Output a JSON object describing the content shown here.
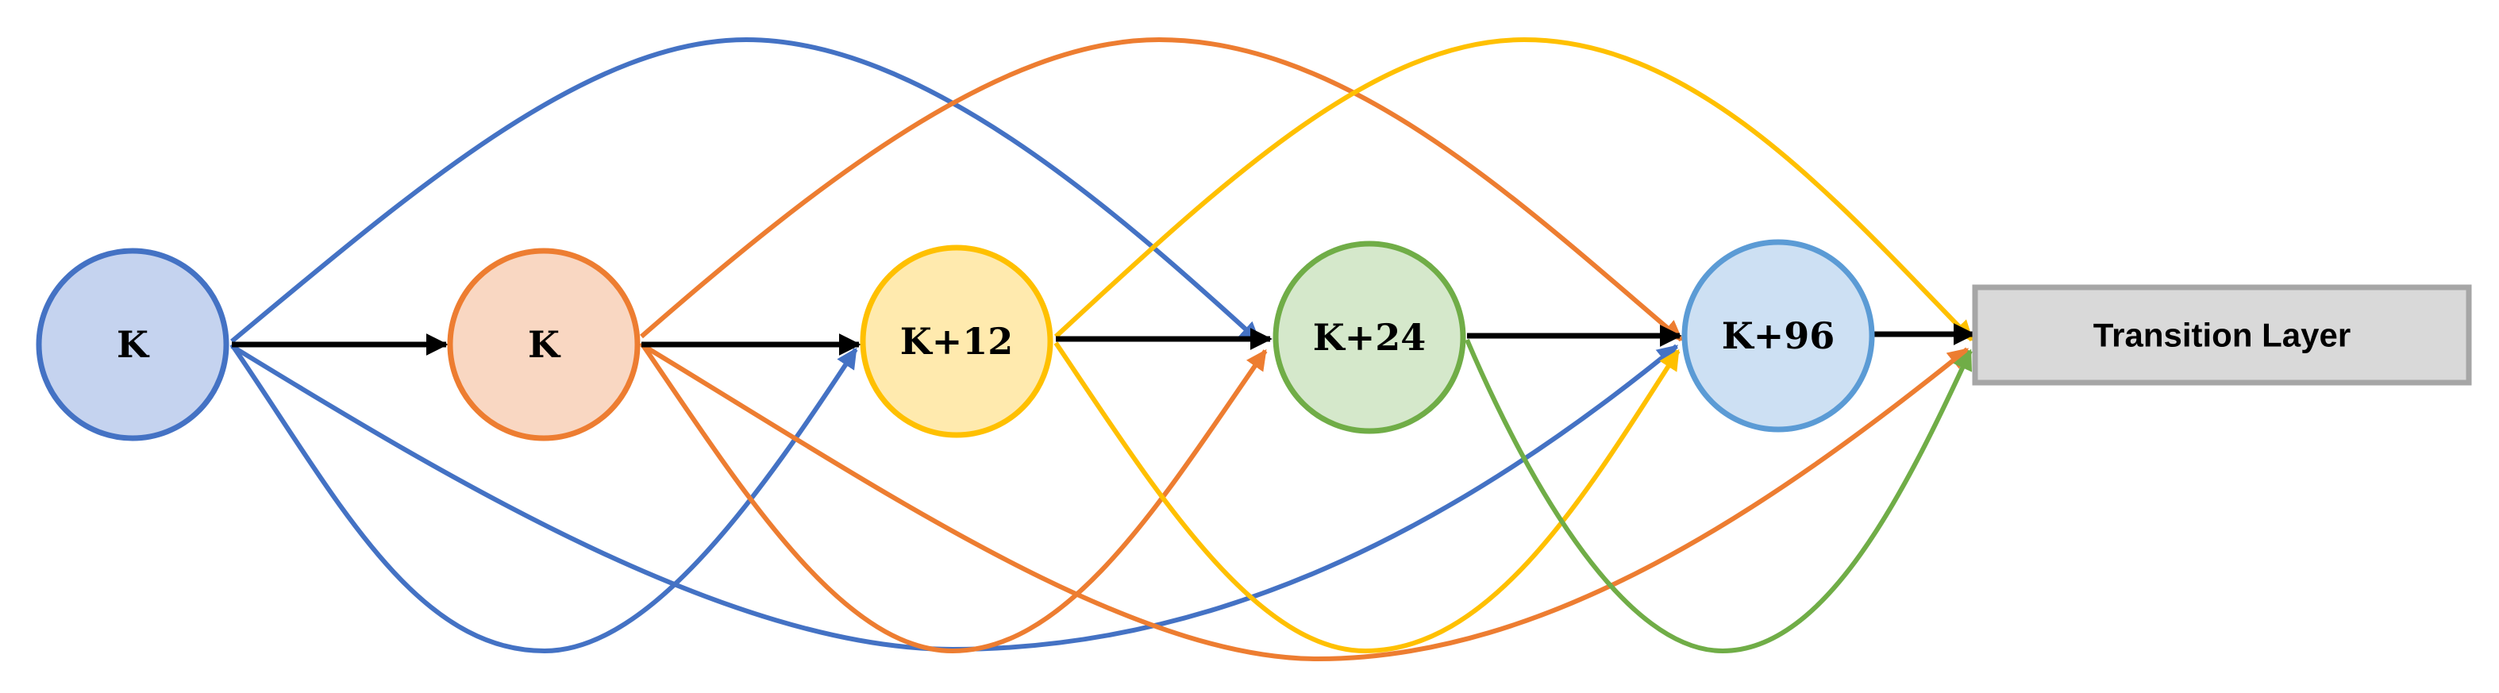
{
  "nodes": [
    {
      "label": "K",
      "fill": "#c5d3ef",
      "stroke": "#4472c4"
    },
    {
      "label": "K",
      "fill": "#f9d7c2",
      "stroke": "#ed7d31"
    },
    {
      "label": "K+12",
      "fill": "#ffeaae",
      "stroke": "#ffc000"
    },
    {
      "label": "K+24",
      "fill": "#d5e8cb",
      "stroke": "#70ad47"
    },
    {
      "label": "K+96",
      "fill": "#cde0f3",
      "stroke": "#5b9bd5"
    }
  ],
  "transition_layer": {
    "label": "Transition Layer",
    "fill": "#d9d9d9",
    "stroke": "#a6a6a6"
  },
  "colors": {
    "sequential_arrow": "#000000"
  }
}
